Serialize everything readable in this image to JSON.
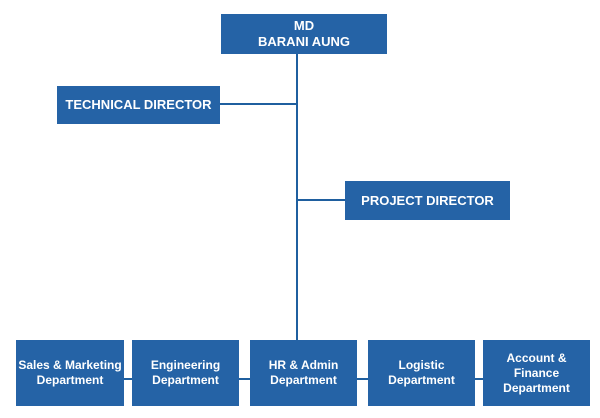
{
  "chart_data": {
    "type": "org-chart",
    "nodes": [
      {
        "id": "md",
        "lines": [
          "MD",
          "BARANI AUNG"
        ]
      },
      {
        "id": "technical-director",
        "lines": [
          "TECHNICAL DIRECTOR"
        ]
      },
      {
        "id": "project-director",
        "lines": [
          "PROJECT DIRECTOR"
        ]
      },
      {
        "id": "sales-marketing",
        "lines": [
          "Sales & Marketing",
          "Department"
        ]
      },
      {
        "id": "engineering",
        "lines": [
          "Engineering",
          "Department"
        ]
      },
      {
        "id": "hr-admin",
        "lines": [
          "HR & Admin",
          "Department"
        ]
      },
      {
        "id": "logistic",
        "lines": [
          "Logistic",
          "Department"
        ]
      },
      {
        "id": "account-finance",
        "lines": [
          "Account & Finance",
          "Department"
        ]
      }
    ],
    "edges": [
      [
        "md",
        "technical-director"
      ],
      [
        "md",
        "project-director"
      ],
      [
        "md",
        "hr-admin"
      ],
      [
        "hr-admin",
        "sales-marketing"
      ],
      [
        "hr-admin",
        "engineering"
      ],
      [
        "hr-admin",
        "logistic"
      ],
      [
        "hr-admin",
        "account-finance"
      ]
    ]
  },
  "colors": {
    "box_fill": "#2563a6",
    "box_text": "#ffffff",
    "connector": "#1f5f9f"
  }
}
